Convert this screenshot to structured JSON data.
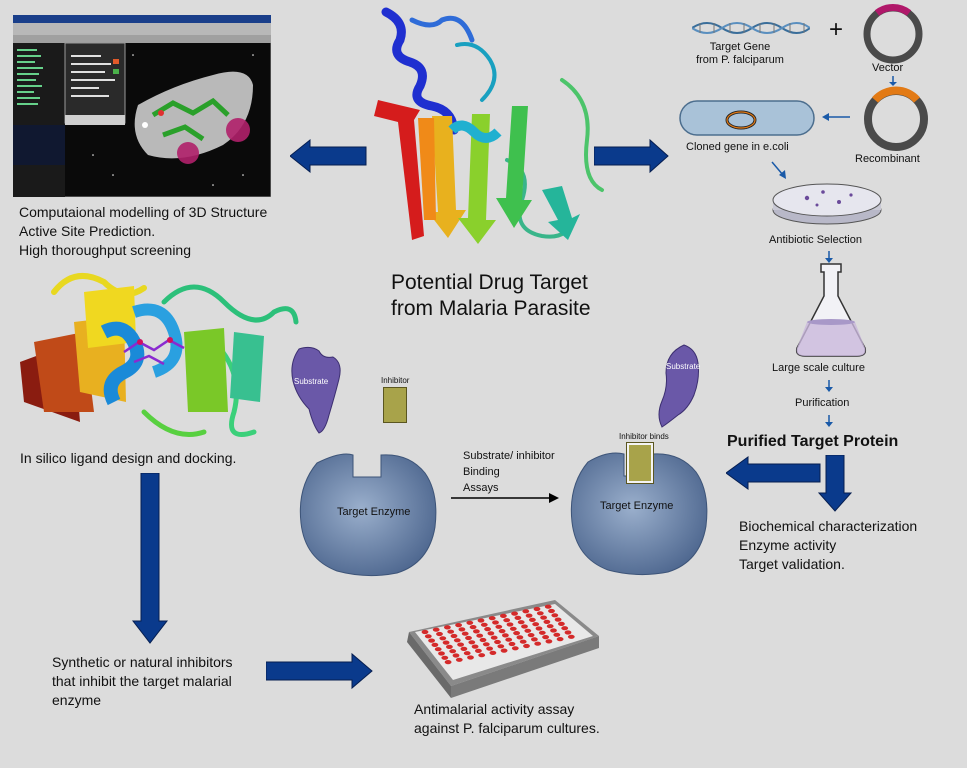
{
  "center": {
    "title_line1": "Potential Drug Target",
    "title_line2": "from Malaria Parasite"
  },
  "modeling": {
    "line1": "Computaional modelling of 3D Structure",
    "line2": "Active Site Prediction.",
    "line3": "High thorough­put screening"
  },
  "cloning": {
    "target_gene_line1": "Target Gene",
    "target_gene_line2": "from P. falciparum",
    "plus": "+",
    "vector": "Vector",
    "recombinant": "Recombinant",
    "cloned_gene": "Cloned gene in e.coli",
    "antibiotic_selection": "Antibiotic Selection",
    "large_scale_culture": "Large scale culture",
    "purification": "Purification",
    "purified_target_protein": "Purified Target Protein"
  },
  "characterization": {
    "line1": "Biochemical characterization",
    "line2": "Enzyme activity",
    "line3": "Target validation."
  },
  "docking": {
    "label": "In silico ligand design and docking."
  },
  "assay": {
    "substrate_left": "Substrate",
    "inhibitor_left": "Inhibitor",
    "enzyme_left": "Target Enzyme",
    "binding_line1": "Substrate/ inhibitor",
    "binding_line2": "Binding",
    "binding_line3": "Assays",
    "substrate_right": "Substrate",
    "inhibitor_binds": "Inhibitor binds",
    "enzyme_right": "Target Enzyme"
  },
  "inhibitors": {
    "line1": "Synthetic or natural inhibitors",
    "line2": "that inhibit the target malarial",
    "line3": "enzyme"
  },
  "antimalarial": {
    "line1": "Antimalarial activity assay",
    "line2": "against P. falciparum cultures."
  },
  "colors": {
    "arrow_blue": "#0a3a8c",
    "enzyme_blue": "#6f86a8",
    "substrate_purple": "#6a58a8",
    "inhibitor_olive": "#a8a34a",
    "well_red": "#d42a2a"
  }
}
